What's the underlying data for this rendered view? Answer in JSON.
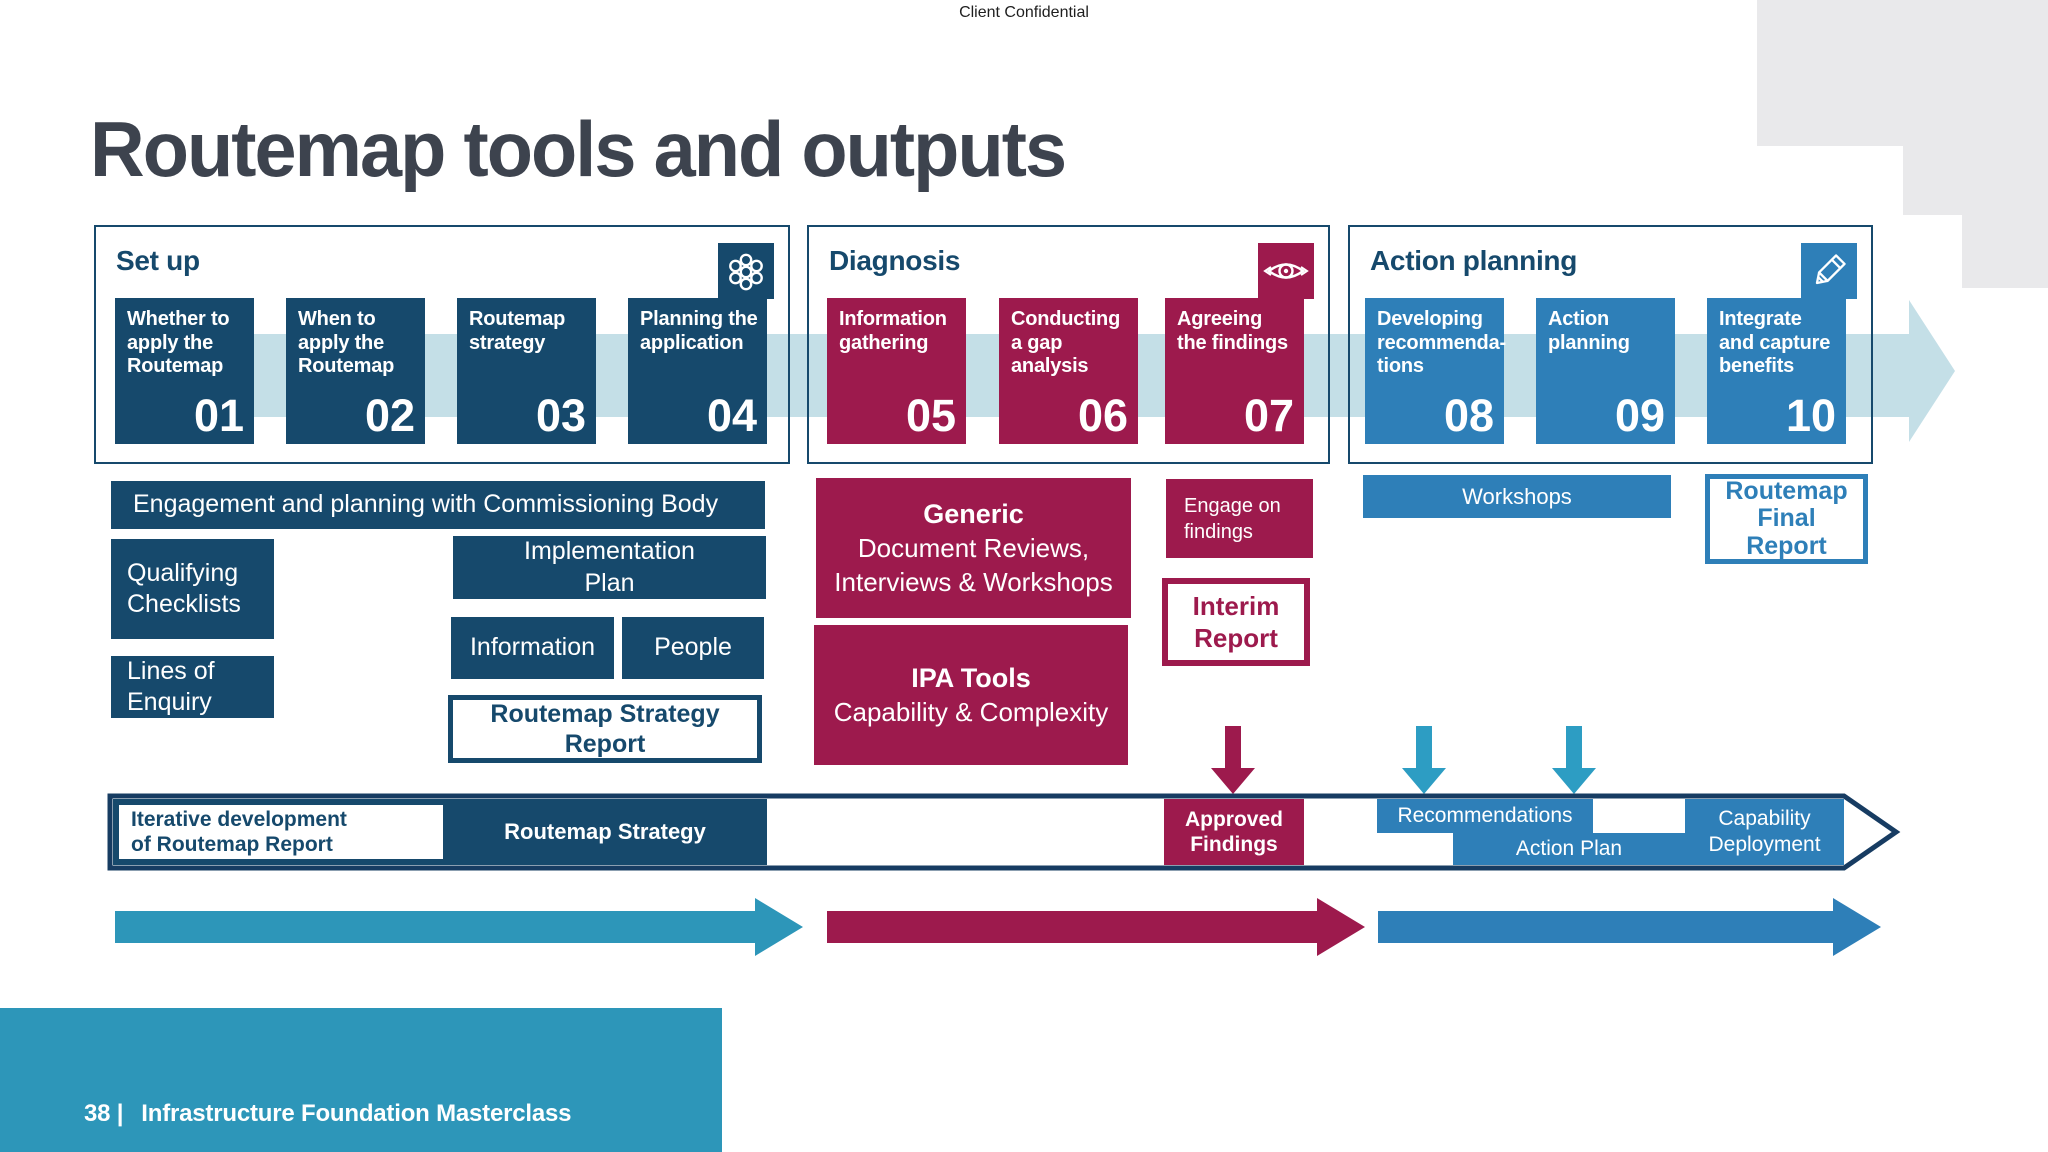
{
  "meta": {
    "confidential": "Client Confidential",
    "title": "Routemap tools and outputs"
  },
  "colors": {
    "navy": "#16496c",
    "crimson": "#9d1a4d",
    "blue": "#2e7fb8",
    "teal": "#2d96b9",
    "light_blue": "#c4dfe7",
    "outline_navy": "#173c62",
    "title_text": "#3d434e",
    "corner_gray": "#e9e9eb"
  },
  "phases": [
    {
      "label": "Set up",
      "icon": "circles-cluster-icon",
      "steps": [
        {
          "num": "01",
          "label": "Whether to apply the Routemap"
        },
        {
          "num": "02",
          "label": "When to apply the Routemap"
        },
        {
          "num": "03",
          "label": "Routemap strategy"
        },
        {
          "num": "04",
          "label": "Planning the application"
        }
      ]
    },
    {
      "label": "Diagnosis",
      "icon": "eye-icon",
      "steps": [
        {
          "num": "05",
          "label": "Information gathering"
        },
        {
          "num": "06",
          "label": "Conducting a gap analysis"
        },
        {
          "num": "07",
          "label": "Agreeing the findings"
        }
      ]
    },
    {
      "label": "Action planning",
      "icon": "pencil-icon",
      "steps": [
        {
          "num": "08",
          "label": "Developing recommenda-tions"
        },
        {
          "num": "09",
          "label": "Action planning"
        },
        {
          "num": "10",
          "label": "Integrate and capture benefits"
        }
      ]
    }
  ],
  "setup_tools": {
    "engagement": "Engagement and planning with Commissioning Body",
    "qualifying": "Qualifying\nChecklists",
    "lines_of_enquiry": "Lines of\nEnquiry",
    "implementation": "Implementation\nPlan",
    "information": "Information",
    "people": "People",
    "strategy_report": "Routemap Strategy\nReport"
  },
  "diagnosis_tools": {
    "generic_title": "Generic",
    "generic_subtitle": "Document Reviews,\nInterviews & Workshops",
    "ipa_title": "IPA Tools",
    "ipa_subtitle": "Capability & Complexity",
    "engage": "Engage on\nfindings",
    "interim_report": "Interim\nReport"
  },
  "action_tools": {
    "workshops": "Workshops",
    "final_report": "Routemap\nFinal\nReport"
  },
  "timeline": {
    "iterative": "Iterative development\nof Routemap Report",
    "routemap_strategy": "Routemap Strategy",
    "approved_findings": "Approved\nFindings",
    "recommendations": "Recommendations",
    "action_plan": "Action Plan",
    "capability": "Capability\nDeployment"
  },
  "footer": {
    "page": "38 |",
    "label": "Infrastructure Foundation Masterclass"
  }
}
